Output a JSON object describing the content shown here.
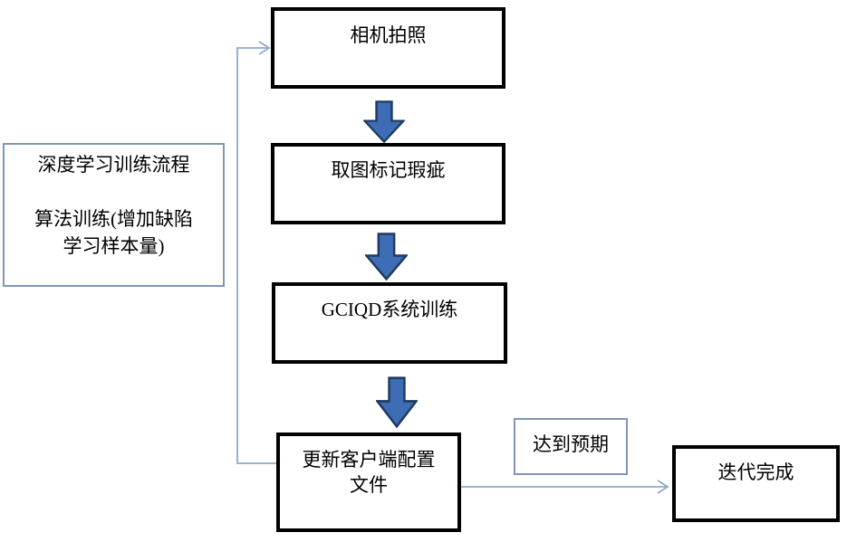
{
  "diagram": {
    "title_note": {
      "text": "深度学习训练流程\n\n算法训练(增加缺陷\n学习样本量)"
    },
    "nodes": [
      {
        "id": "camera",
        "label": "相机拍照"
      },
      {
        "id": "mark",
        "label": "取图标记瑕疵"
      },
      {
        "id": "train",
        "label": "GCIQD系统训练"
      },
      {
        "id": "update",
        "label": "更新客户端配置\n文件"
      },
      {
        "id": "done",
        "label": "迭代完成"
      }
    ],
    "edge_label": {
      "text": "达到预期"
    },
    "colors": {
      "node_border": "#000000",
      "soft_border": "#8196b5",
      "connector_line": "#8fa9cb",
      "block_arrow_fill": "#3e6db5",
      "block_arrow_stroke": "#1f3a61",
      "background": "#ffffff"
    }
  }
}
